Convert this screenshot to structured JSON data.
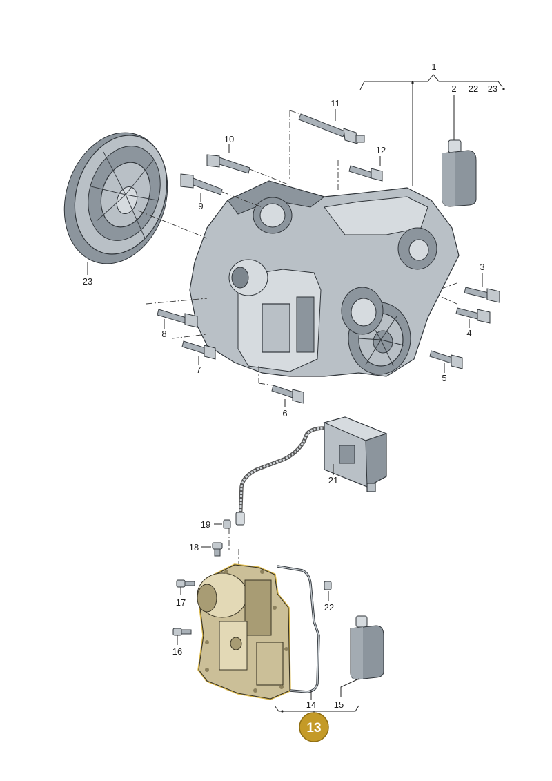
{
  "callouts": {
    "c1": "1",
    "c2": "2",
    "c22a": "22",
    "c23a": "23",
    "c11": "11",
    "c12": "12",
    "c10": "10",
    "c9": "9",
    "c23b": "23",
    "c3": "3",
    "c4": "4",
    "c8": "8",
    "c7": "7",
    "c5": "5",
    "c6": "6",
    "c21": "21",
    "c19": "19",
    "c18": "18",
    "c17": "17",
    "c22b": "22",
    "c16": "16",
    "c14": "14",
    "c15": "15"
  },
  "highlight_badge": "13",
  "colors": {
    "highlight": "#d9b23a",
    "badge": "#c49a27",
    "casing": "#b9c0c6",
    "mechatronic": "#cbbf98"
  }
}
